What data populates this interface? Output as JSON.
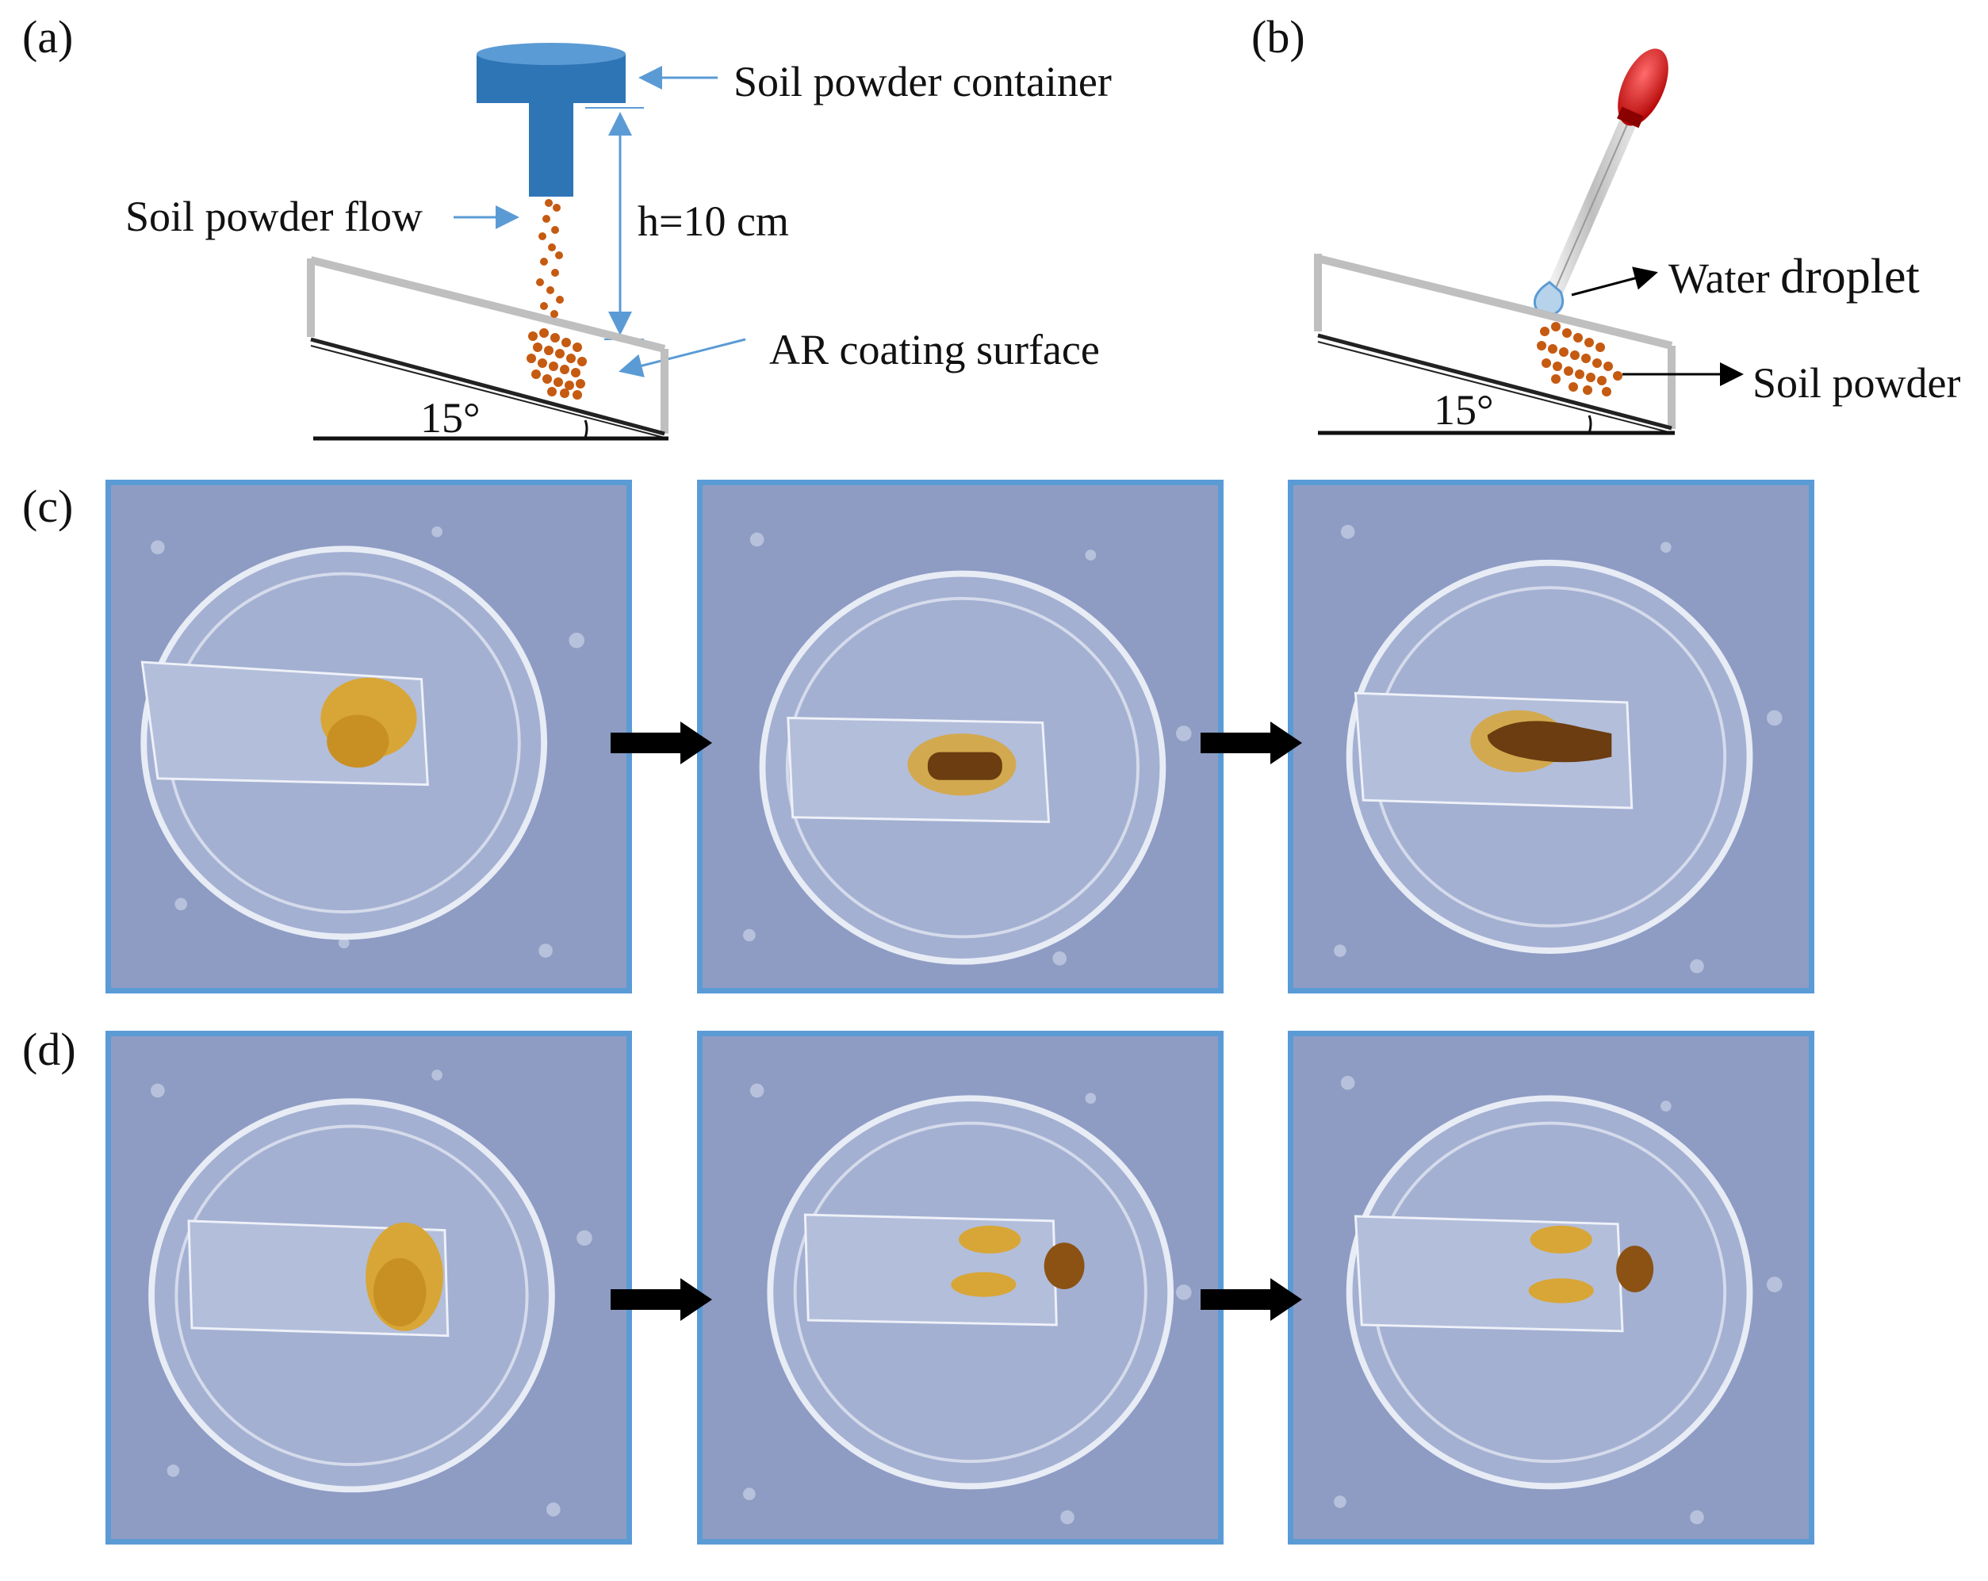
{
  "panels": {
    "a": {
      "letter": "(a)",
      "container_label": "Soil powder container",
      "flow_label": "Soil powder flow",
      "height_label": "h=10 cm",
      "surface_label": "AR coating surface",
      "angle_label": "15°"
    },
    "b": {
      "letter": "(b)",
      "droplet_label_prefix": "Water",
      "droplet_label_suffix": "droplet",
      "powder_label": "Soil powder",
      "angle_label": "15°"
    },
    "c": {
      "letter": "(c)"
    },
    "d": {
      "letter": "(d)"
    }
  },
  "colors": {
    "accent_blue": "#5b9bd5",
    "container_blue": "#2e75b6",
    "soil_orange": "#c55a11",
    "dropper_red": "#c00000",
    "stone_blue": "#8e9cc4",
    "arrow_black": "#000000"
  },
  "icons": [
    "soil-container-icon",
    "soil-particle-icon",
    "dropper-icon",
    "water-droplet-icon",
    "process-arrow-icon"
  ]
}
